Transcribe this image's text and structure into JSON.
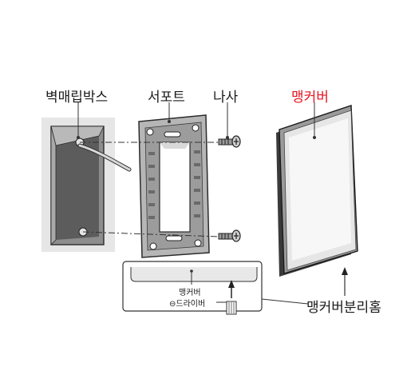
{
  "labels": {
    "wall_box": "벽매립박스",
    "support": "서포트",
    "screw": "나사",
    "blank_cover": "맹커버",
    "cover_separation_groove": "맹커버분리홈"
  },
  "inset": {
    "cover_label": "맹커버",
    "driver_label": "⊖드라이버"
  },
  "colors": {
    "highlight_label": "#e8141e",
    "label": "#1a1a1a",
    "line": "#333333"
  }
}
